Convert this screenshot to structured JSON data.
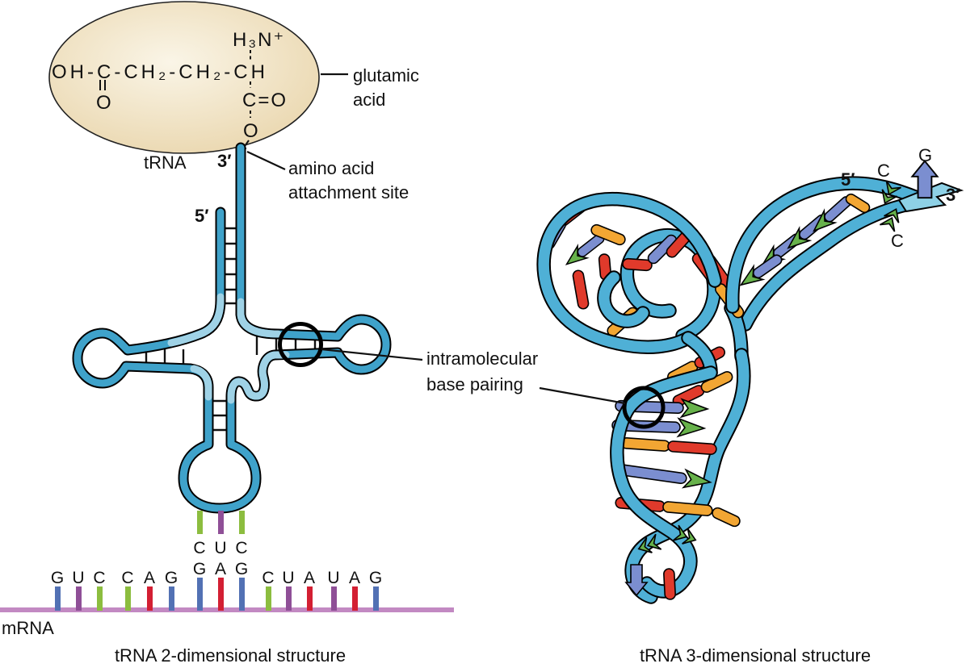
{
  "amino_acid": {
    "name_line1": "glutamic",
    "name_line2": "acid",
    "formula_chain": "OH-C-CH₂-CH₂-CH",
    "amine_group": "H₃N⁺",
    "carbonyl_oxygen": "O",
    "ester_group": "C=O",
    "ester_oxygen": "O",
    "oval_fill_center": "#faf5e7",
    "oval_fill_edge": "#e9d5ab"
  },
  "trna_2d": {
    "molecule_label": "tRNA",
    "three_prime_label": "3′",
    "five_prime_label": "5′",
    "attachment_line1": "amino acid",
    "attachment_line2": "attachment site",
    "pairing_line1": "intramolecular",
    "pairing_line2": "base pairing",
    "anticodon": [
      "C",
      "U",
      "C"
    ],
    "caption": "tRNA 2-dimensional structure",
    "strand_color": "#3fa2ca",
    "strand_light_color": "#9fd2e6"
  },
  "mrna": {
    "label": "mRNA",
    "bases": [
      "G",
      "U",
      "C",
      "C",
      "A",
      "G",
      "G",
      "A",
      "G",
      "C",
      "U",
      "A",
      "U",
      "A",
      "G"
    ],
    "codon_indices": [
      6,
      7,
      8
    ],
    "x_positions": [
      71,
      97,
      123,
      158,
      185,
      212,
      247,
      273,
      299,
      332,
      357,
      383,
      413,
      439,
      465
    ],
    "strand_color": "#c289c2",
    "base_colors": {
      "G": "#5271b4",
      "U": "#8f4f97",
      "C": "#8cbd3f",
      "A": "#d31f33"
    }
  },
  "trna_3d": {
    "five_prime_label": "5′",
    "three_prime_label": "3′",
    "end_bases": [
      "C",
      "G",
      "C"
    ],
    "caption": "tRNA 3-dimensional structure",
    "ribbon_color": "#4fb0d6",
    "ribbon_light": "#8ed1e6",
    "bar_colors": {
      "red": "#e03a2b",
      "orange": "#f2a633",
      "blue": "#7b8ed0",
      "green": "#67b24b"
    }
  }
}
